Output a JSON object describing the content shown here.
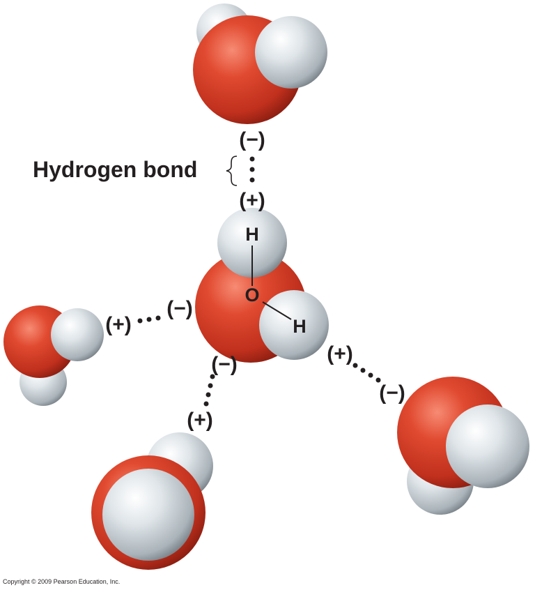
{
  "labels": {
    "hydrogen_bond": "Hydrogen bond",
    "negative": "(−)",
    "positive": "(+)",
    "hydrogen": "H",
    "oxygen": "O",
    "copyright": "Copyright © 2009 Pearson Education, Inc."
  },
  "colors": {
    "oxygen": "#d9432a",
    "hydrogen": "#c8d0d6",
    "text": "#231f20"
  }
}
